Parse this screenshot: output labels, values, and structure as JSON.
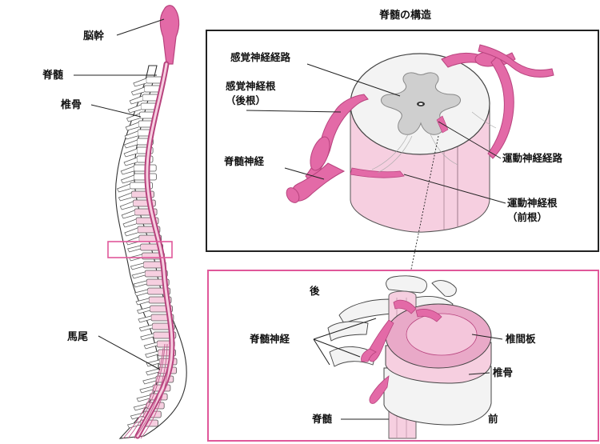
{
  "title": "脊髄の構造",
  "colors": {
    "nerve_pink": "#e36aa7",
    "nerve_pink_dark": "#b8437e",
    "pale_pink": "#f6cfe0",
    "gray_matter": "#cfcfcf",
    "white_matter": "#f3f3f3",
    "frame_black": "#222222",
    "frame_pink": "#e0589a"
  },
  "spine_labels": {
    "brainstem": "脳幹",
    "spinal_cord": "脊髄",
    "vertebra": "椎骨",
    "cauda_equina": "馬尾"
  },
  "cross_section": {
    "sensory_tract": "感覚神経経路",
    "sensory_root": "感覚神経根",
    "sensory_root_alt": "（後根）",
    "spinal_nerve": "脊髄神経",
    "motor_tract": "運動神経経路",
    "motor_root": "運動神経根",
    "motor_root_alt": "（前根）"
  },
  "vertebra_panel": {
    "posterior": "後",
    "anterior": "前",
    "spinal_nerve": "脊髄神経",
    "disc": "椎間板",
    "vertebra": "椎骨",
    "spinal_cord": "脊髄"
  }
}
